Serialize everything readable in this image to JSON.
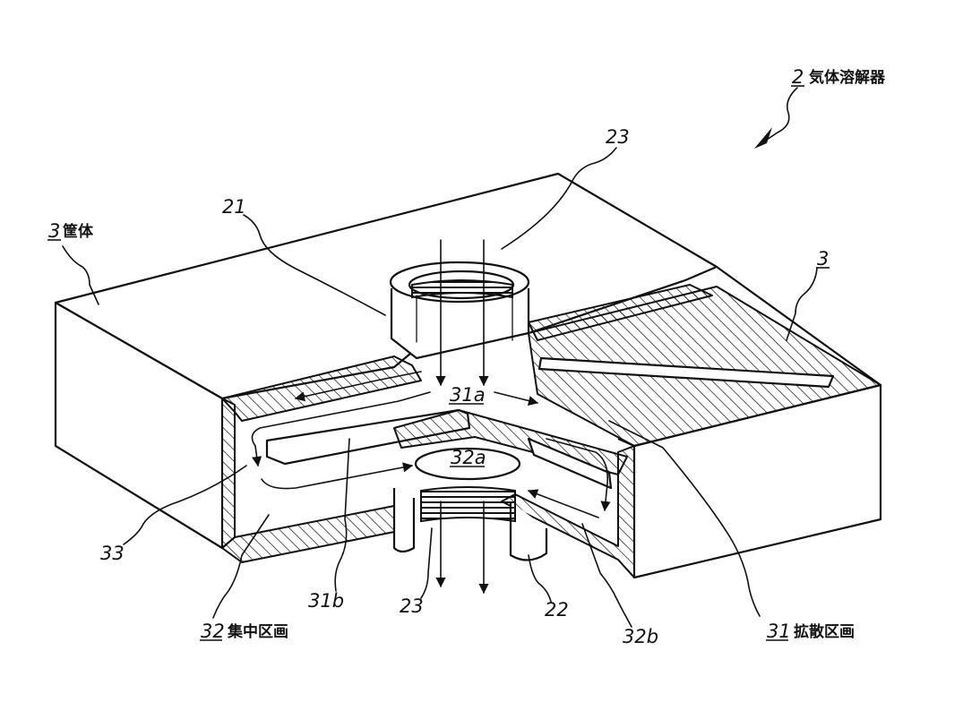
{
  "labels": {
    "device": {
      "num": "2",
      "text": "気体溶解器"
    },
    "casing": {
      "num": "3",
      "text": "筐体"
    },
    "casing_cut": {
      "num": "3"
    },
    "inlet_pipe": {
      "num": "21"
    },
    "outlet_pipe": {
      "num": "22"
    },
    "thread_top": {
      "num": "23"
    },
    "thread_bottom": {
      "num": "23"
    },
    "diffusion_section": {
      "num": "31",
      "text": "拡散区画"
    },
    "concentration_section": {
      "num": "32",
      "text": "集中区画"
    },
    "part_31a": {
      "num": "31a"
    },
    "part_32a": {
      "num": "32a"
    },
    "part_31b": {
      "num": "31b"
    },
    "part_32b": {
      "num": "32b"
    },
    "part_33": {
      "num": "33"
    }
  }
}
